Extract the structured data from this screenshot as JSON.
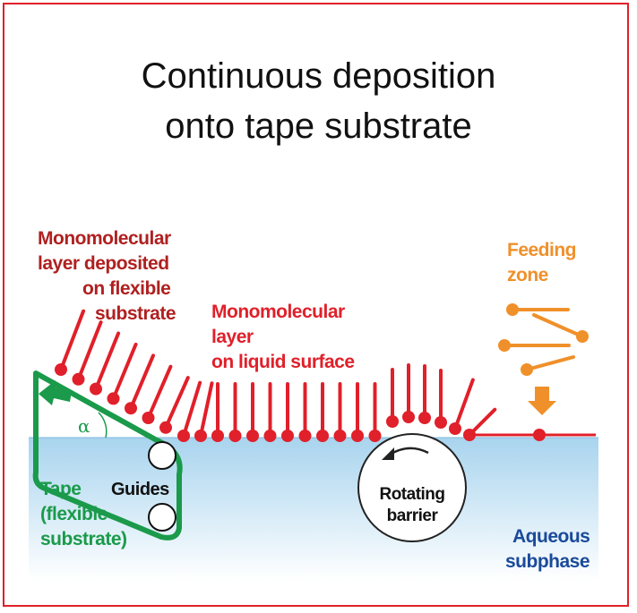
{
  "title": {
    "line1": "Continuous deposition",
    "line2": "onto tape substrate"
  },
  "labels": {
    "deposited_layer": [
      "Monomolecular",
      "layer deposited",
      "on flexible",
      "substrate"
    ],
    "surface_layer": [
      "Monomolecular",
      "layer",
      "on liquid surface"
    ],
    "feeding_zone": [
      "Feeding",
      "zone"
    ],
    "alpha": "α",
    "guides": "Guides",
    "tape": [
      "Tape",
      "(flexible",
      "substrate)"
    ],
    "rotating_barrier": [
      "Rotating",
      "barrier"
    ],
    "aqueous_subphase": [
      "Aqueous",
      "subphase"
    ]
  },
  "colors": {
    "molecule_red": "#e0202a",
    "tape_green": "#1a9a4a",
    "feeding_orange": "#f0902a",
    "subphase_blue_top": "#a8d4ee",
    "subphase_blue_bottom": "#ffffff",
    "label_dark_red": "#b02020",
    "label_blue": "#1a4a9a",
    "frame_red": "#e0202a"
  },
  "icons": [
    "left-arrow-icon",
    "down-arrow-icon",
    "rotation-arrow-icon"
  ]
}
